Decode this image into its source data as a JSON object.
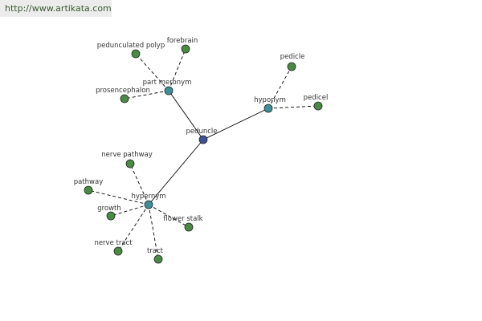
{
  "header": {
    "url": "http://www.artikata.com"
  },
  "colors": {
    "center": "#3f4f98",
    "relation": "#3f8e9a",
    "leaf": "#4b8a44",
    "edge": "#000000"
  },
  "graph": {
    "center": {
      "id": "peduncle",
      "label": "peduncle"
    },
    "relations": [
      {
        "id": "part-meronym",
        "label": "part meronym",
        "children": [
          "pedunculated polyp",
          "forebrain",
          "prosencephalon"
        ]
      },
      {
        "id": "hyponym",
        "label": "hyponym",
        "children": [
          "pedicle",
          "pedicel"
        ]
      },
      {
        "id": "hypernym",
        "label": "hypernym",
        "children": [
          "nerve pathway",
          "pathway",
          "growth",
          "nerve tract",
          "tract",
          "flower stalk"
        ]
      }
    ]
  }
}
